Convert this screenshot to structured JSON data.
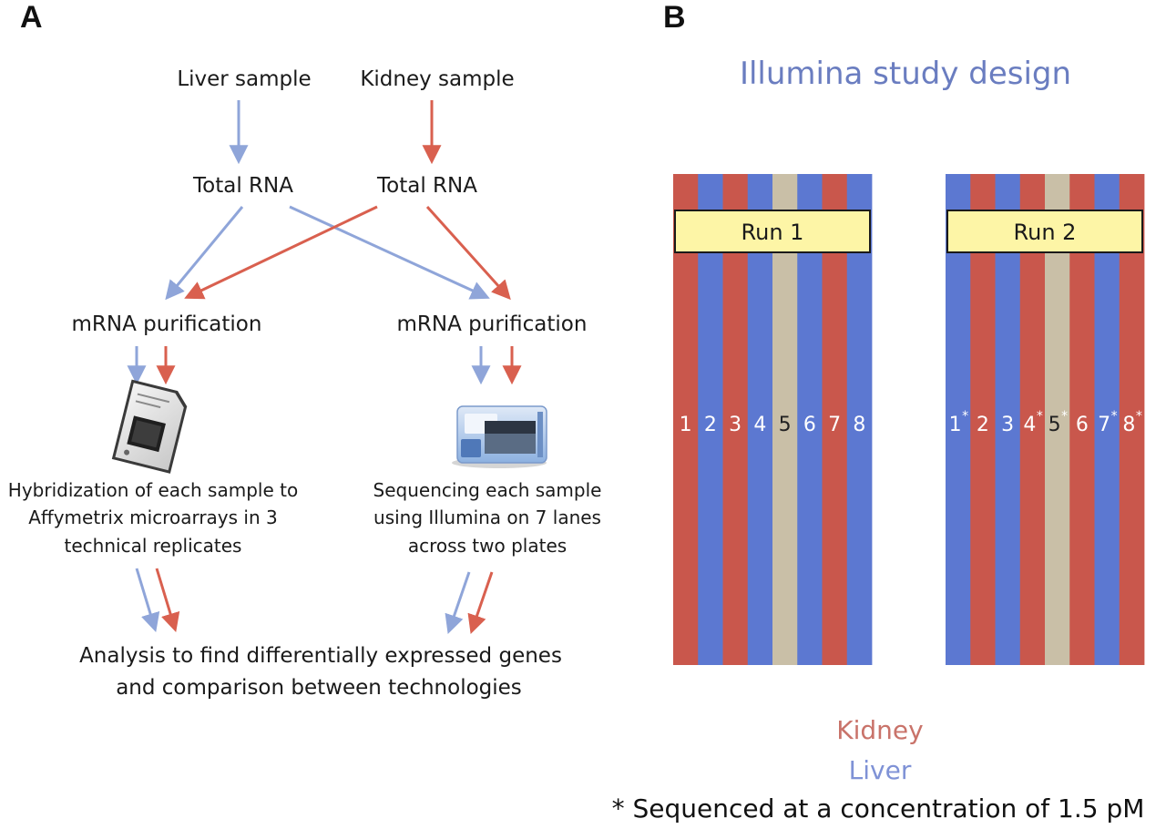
{
  "panel_a": {
    "letter": "A",
    "liver_sample": "Liver sample",
    "kidney_sample": "Kidney sample",
    "total_rna_left": "Total RNA",
    "total_rna_right": "Total RNA",
    "mrna_left": "mRNA purification",
    "mrna_right": "mRNA purification",
    "hybridization_lines": [
      "Hybridization of each sample to",
      "Affymetrix microarrays in 3",
      "technical replicates"
    ],
    "sequencing_lines": [
      "Sequencing each sample",
      "using Illumina on 7 lanes",
      "across two plates"
    ],
    "analysis_lines": [
      "Analysis to find differentially expressed genes",
      "and comparison between technologies"
    ]
  },
  "panel_b": {
    "letter": "B",
    "title": "Illumina study design",
    "runs": [
      {
        "label": "Run 1",
        "lanes": [
          {
            "num": "1",
            "sample": "kidney",
            "mark": ""
          },
          {
            "num": "2",
            "sample": "liver",
            "mark": ""
          },
          {
            "num": "3",
            "sample": "kidney",
            "mark": ""
          },
          {
            "num": "4",
            "sample": "liver",
            "mark": ""
          },
          {
            "num": "5",
            "sample": "control",
            "mark": ""
          },
          {
            "num": "6",
            "sample": "liver",
            "mark": ""
          },
          {
            "num": "7",
            "sample": "kidney",
            "mark": ""
          },
          {
            "num": "8",
            "sample": "liver",
            "mark": ""
          }
        ]
      },
      {
        "label": "Run 2",
        "lanes": [
          {
            "num": "1",
            "sample": "liver",
            "mark": "*"
          },
          {
            "num": "2",
            "sample": "kidney",
            "mark": ""
          },
          {
            "num": "3",
            "sample": "liver",
            "mark": ""
          },
          {
            "num": "4",
            "sample": "kidney",
            "mark": "*"
          },
          {
            "num": "5",
            "sample": "control",
            "mark": "*"
          },
          {
            "num": "6",
            "sample": "kidney",
            "mark": ""
          },
          {
            "num": "7",
            "sample": "liver",
            "mark": "*"
          },
          {
            "num": "8",
            "sample": "kidney",
            "mark": "*"
          }
        ]
      }
    ],
    "legend": {
      "kidney": "Kidney",
      "liver": "Liver"
    },
    "footnote": "* Sequenced at a concentration of 1.5 pM"
  },
  "colors": {
    "kidney": "#c9574c",
    "liver": "#5c78d1",
    "control": "#c9bfa7",
    "run_box": "#fdf5a6",
    "arrow_liver": "#8fa5d9",
    "arrow_kidney": "#d9604f",
    "title": "#6a7dc0"
  },
  "icons": {
    "microarray": "affymetrix-chip-icon",
    "sequencer": "illumina-sequencer-icon"
  }
}
